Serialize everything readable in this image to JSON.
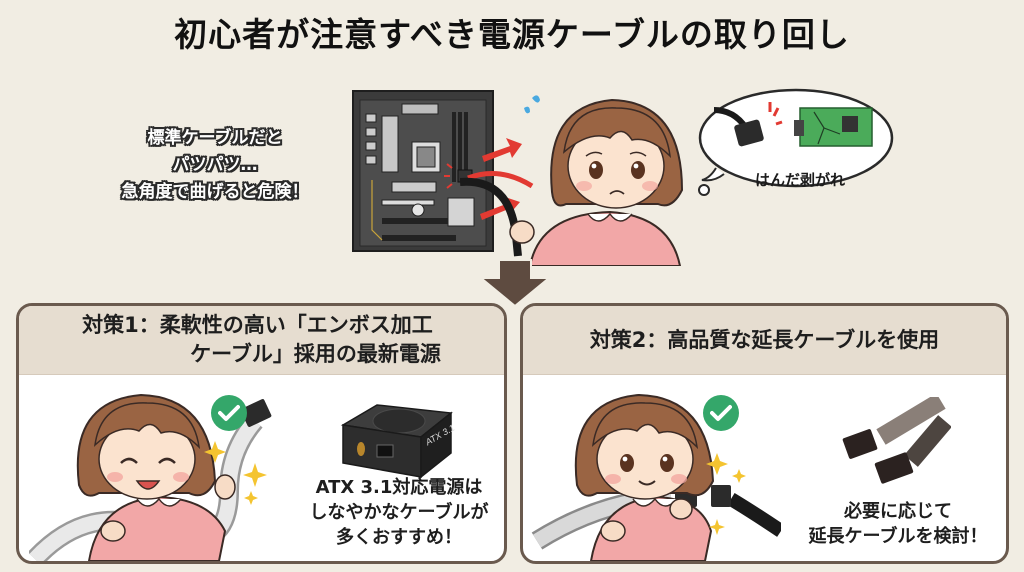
{
  "title": "初心者が注意すべき電源ケーブルの取り回し",
  "top_section": {
    "warning_lines": [
      "標準ケーブルだと",
      "パツパツ…",
      "急角度で曲げると危険！"
    ],
    "speech_bubble_label": "はんだ剥がれ",
    "icons": {
      "motherboard": "motherboard-illustration",
      "worried_girl": "worried-girl-illustration",
      "sweat_drops": "sweat-drop-icon",
      "stress_arrows": "red-arrow-icon",
      "down_arrow": "down-arrow-icon"
    },
    "colors": {
      "arrow": "#5e4b40",
      "stress": "#e23a32"
    }
  },
  "panels": [
    {
      "header_line1": "対策1：柔軟性の高い「エンボス加工",
      "header_line2": "ケーブル」採用の最新電源",
      "caption_lines": [
        "ATX 3.1対応電源は",
        "しなやかなケーブルが",
        "多くおすすめ！"
      ],
      "psu_label": "ATX 3.1",
      "icons": {
        "check": "check-icon",
        "girl": "happy-girl-illustration",
        "psu": "power-supply-illustration"
      }
    },
    {
      "header_line1": "対策2：高品質な延長ケーブルを使用",
      "caption_lines": [
        "必要に応じて",
        "延長ケーブルを検討！"
      ],
      "icons": {
        "check": "check-icon",
        "girl": "smiling-girl-illustration",
        "cables": "extension-cable-illustration"
      }
    }
  ],
  "colors": {
    "background": "#f1ede3",
    "panel_border": "#6a5a4e",
    "panel_header": "#e6ddd0",
    "check_green": "#34a76a"
  }
}
